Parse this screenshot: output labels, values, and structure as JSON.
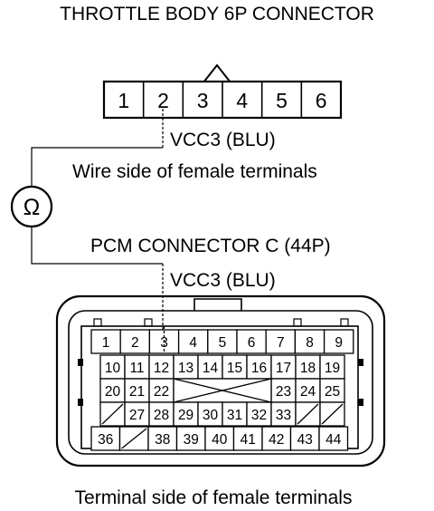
{
  "throttle_connector": {
    "title": "THROTTLE BODY 6P CONNECTOR",
    "pins": [
      "1",
      "2",
      "3",
      "4",
      "5",
      "6"
    ],
    "probe_label": "VCC3 (BLU)",
    "view_note": "Wire side of female terminals"
  },
  "ohmmeter": {
    "symbol": "Ω",
    "icon": "ohmmeter-icon"
  },
  "pcm_connector": {
    "title": "PCM CONNECTOR C (44P)",
    "probe_label": "VCC3 (BLU)",
    "view_note": "Terminal side of female terminals",
    "rows": [
      [
        "1",
        "2",
        "3",
        "4",
        "5",
        "6",
        "7",
        "8",
        "9"
      ],
      [
        "10",
        "11",
        "12",
        "13",
        "14",
        "15",
        "16",
        "17",
        "18",
        "19"
      ],
      [
        "20",
        "21",
        "22",
        "",
        "",
        "",
        "",
        "23",
        "24",
        "25"
      ],
      [
        "",
        "27",
        "28",
        "29",
        "30",
        "31",
        "32",
        "33",
        "",
        ""
      ],
      [
        "36",
        "",
        "38",
        "39",
        "40",
        "41",
        "42",
        "43",
        "44"
      ]
    ],
    "probed_pin": "3"
  }
}
